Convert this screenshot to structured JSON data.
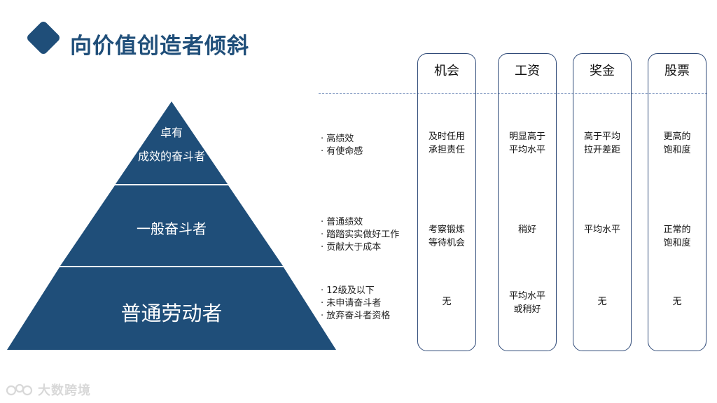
{
  "title": "向价值创造者倾斜",
  "pyramid": {
    "top_line1": "卓有",
    "top_line2": "成效的奋斗者",
    "middle": "一般奋斗者",
    "bottom": "普通劳动者",
    "color": "#1f4e79"
  },
  "bullets": {
    "top": [
      "高绩效",
      "有使命感"
    ],
    "middle": [
      "普通绩效",
      "踏踏实实做好工作",
      "贡献大于成本"
    ],
    "bottom": [
      "12级及以下",
      "未申请奋斗者",
      "放弃奋斗者资格"
    ]
  },
  "columns": [
    {
      "header": "机会",
      "rows": [
        [
          "及时任用",
          "承担责任"
        ],
        [
          "考察锻炼",
          "等待机会"
        ],
        [
          "无"
        ]
      ]
    },
    {
      "header": "工资",
      "rows": [
        [
          "明显高于",
          "平均水平"
        ],
        [
          "稍好"
        ],
        [
          "平均水平",
          "或稍好"
        ]
      ]
    },
    {
      "header": "奖金",
      "rows": [
        [
          "高于平均",
          "拉开差距"
        ],
        [
          "平均水平"
        ],
        [
          "无"
        ]
      ]
    },
    {
      "header": "股票",
      "rows": [
        [
          "更高的",
          "饱和度"
        ],
        [
          "正常的",
          "饱和度"
        ],
        [
          "无"
        ]
      ]
    }
  ],
  "watermark": {
    "text": "大数跨境"
  },
  "colors": {
    "accent": "#1f4e79",
    "column_border": "#2f4a78",
    "dashed_line": "#8aa0c6"
  }
}
